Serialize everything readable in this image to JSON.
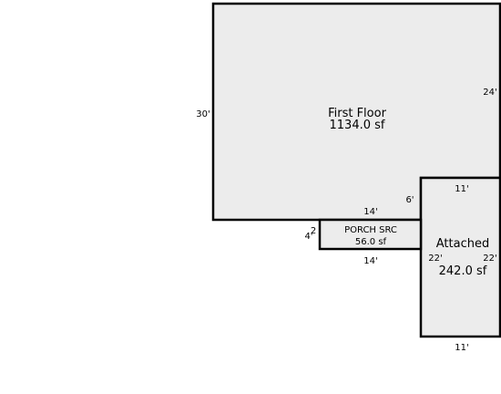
{
  "colors": {
    "room_fill": "#ececec",
    "wall_stroke": "#000000",
    "background": "#ffffff"
  },
  "areas": {
    "first_floor": {
      "name": "First Floor",
      "size": "1134.0 sf"
    },
    "porch": {
      "name": "PORCH SRC",
      "size": "56.0 sf"
    },
    "attached": {
      "name": "Attached",
      "size": "242.0 sf"
    }
  },
  "dimensions": {
    "first_floor_left": "30'",
    "first_floor_right": "24'",
    "first_floor_bottom": "14'",
    "first_floor_notch": "6'",
    "porch_left_a": "2",
    "porch_left_b": "4'",
    "porch_bottom": "14'",
    "attached_top": "11'",
    "attached_left": "22'",
    "attached_right": "22'",
    "attached_bottom": "11'"
  }
}
